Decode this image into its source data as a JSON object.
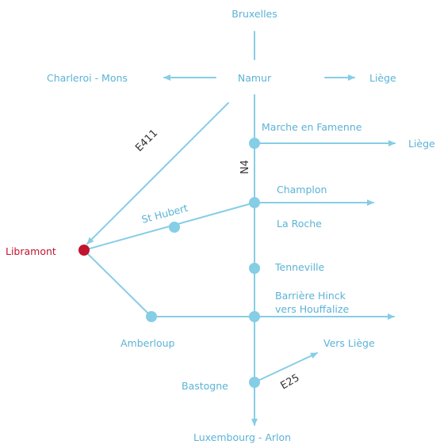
{
  "colors": {
    "route": "#86cde6",
    "label": "#5bb3d6",
    "highlight": "#c0152f",
    "road_label": "#333333"
  },
  "places": {
    "bruxelles": "Bruxelles",
    "namur": "Namur",
    "charleroi_mons": "Charleroi - Mons",
    "liege_top": "Liège",
    "marche": "Marche en Famenne",
    "liege_right": "Liège",
    "champlon": "Champlon",
    "la_roche": "La Roche",
    "st_hubert": "St Hubert",
    "libramont": "Libramont",
    "tenneville": "Tenneville",
    "barriere_line1": "Barrière Hinck",
    "barriere_line2": "vers Houffalize",
    "amberloup": "Amberloup",
    "vers_liege": "Vers Liège",
    "bastogne": "Bastogne",
    "luxembourg_arlon": "Luxembourg - Arlon"
  },
  "roads": {
    "e411": "E411",
    "n4": "N4",
    "e25": "E25"
  }
}
